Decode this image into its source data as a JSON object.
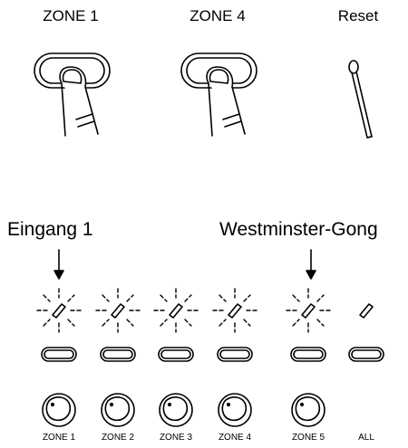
{
  "top_labels": {
    "zone1": "ZONE 1",
    "zone4": "ZONE 4",
    "reset": "Reset"
  },
  "callouts": {
    "left": "Eingang 1",
    "right": "Westminster-Gong"
  },
  "zones": [
    {
      "label": "ZONE 1",
      "blinking": true
    },
    {
      "label": "ZONE 2",
      "blinking": true
    },
    {
      "label": "ZONE 3",
      "blinking": true
    },
    {
      "label": "ZONE 4",
      "blinking": true
    },
    {
      "label": "ZONE 5",
      "blinking": true
    },
    {
      "label": "ALL",
      "blinking": false
    }
  ],
  "colors": {
    "ink": "#000000",
    "background": "#ffffff"
  }
}
